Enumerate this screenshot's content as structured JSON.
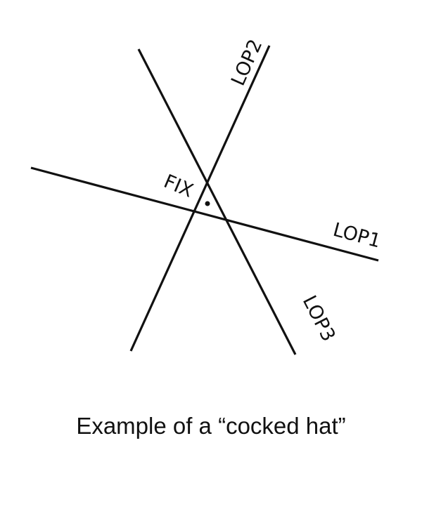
{
  "diagram": {
    "labels": {
      "lop1": "LOP1",
      "lop2": "LOP2",
      "lop3": "LOP3",
      "fix": "FIX"
    }
  },
  "caption": "Example of a “cocked hat”",
  "colors": {
    "ink": "#111111",
    "background": "#ffffff"
  }
}
